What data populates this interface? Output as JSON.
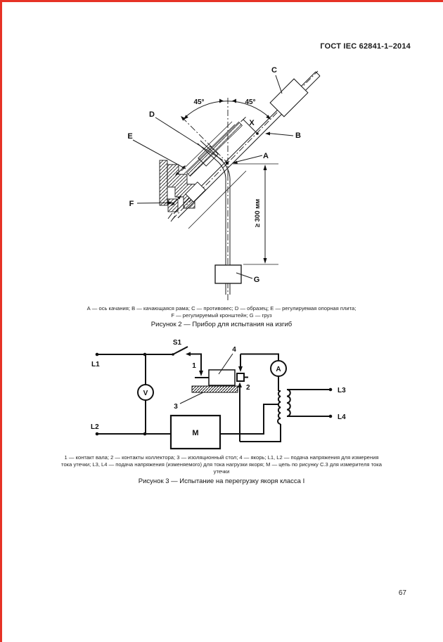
{
  "page": {
    "header": "ГОСТ IEC 62841-1–2014",
    "page_number": "67",
    "colors": {
      "border_accent": "#e63226",
      "ink": "#1a1a1a",
      "paper": "#ffffff"
    }
  },
  "figure2": {
    "labels": {
      "A": "A",
      "B": "B",
      "C": "C",
      "D": "D",
      "E": "E",
      "F": "F",
      "G": "G",
      "X": "X",
      "angle_left": "45°",
      "angle_right": "45°",
      "dimension": "≥ 300 мм"
    },
    "caption_line1": "А — ось качания; В — качающаяся рама; С — противовес; D — образец; Е — регулируемая опорная плита;",
    "caption_line2": "F — регулируемый кронштейн; G — груз",
    "title": "Рисунок 2 — Прибор для испытания на изгиб"
  },
  "figure3": {
    "labels": {
      "L1": "L1",
      "L2": "L2",
      "L3": "L3",
      "L4": "L4",
      "S1": "S1",
      "V": "V",
      "A": "A",
      "M": "M",
      "n1": "1",
      "n2": "2",
      "n3": "3",
      "n4": "4"
    },
    "caption_line1": "1 — контакт вала; 2 — контакты коллектора; 3 — изоляционный стол; 4 — якорь; L1, L2 — подача напряжения для измерения",
    "caption_line2": "тока утечки; L3, L4 — подача напряжения (изменяемого) для тока нагрузки якоря; М — цепь по рисунку С.3 для измерителя тока",
    "caption_line3": "утечки",
    "title": "Рисунок 3 — Испытание на перегрузку якоря класса I"
  }
}
